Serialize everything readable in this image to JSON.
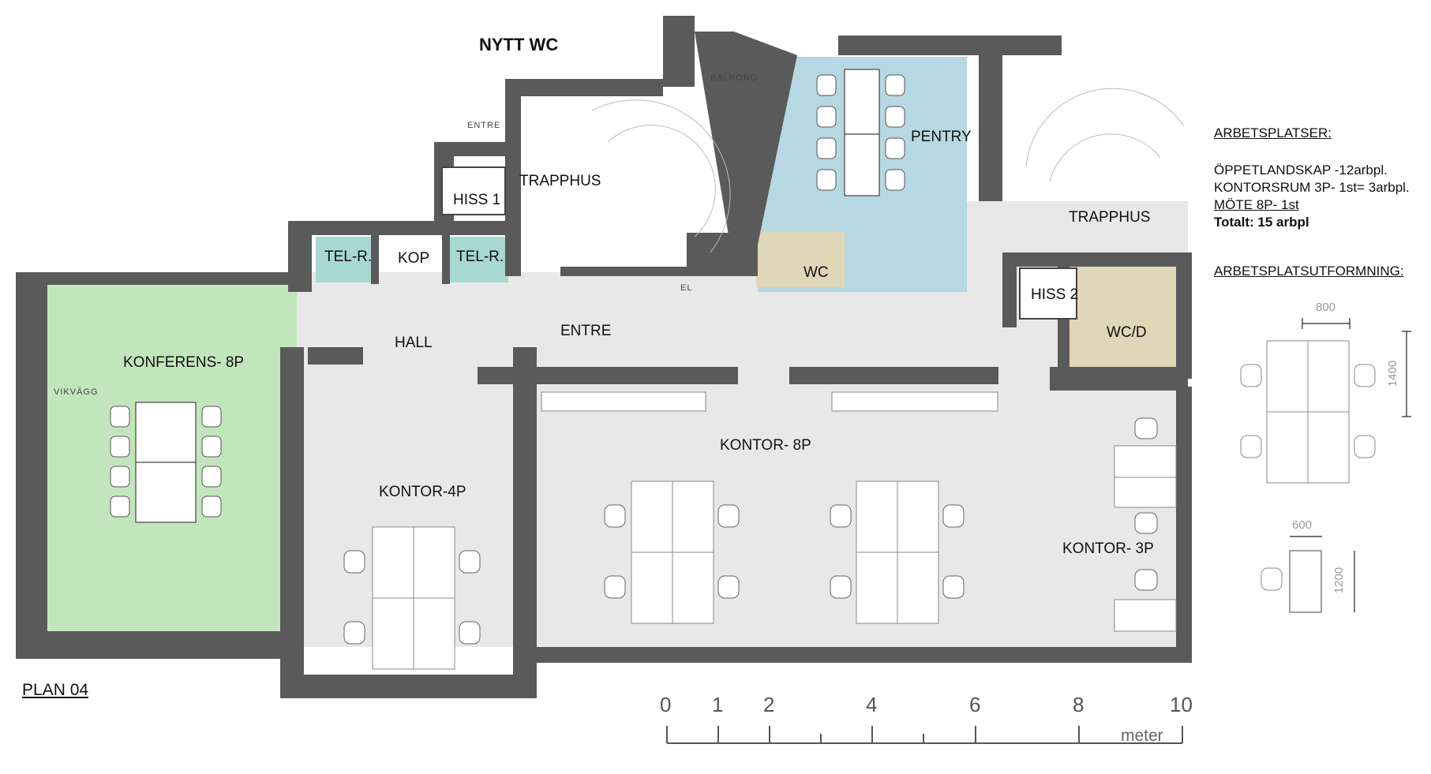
{
  "title": "NYTT WC",
  "plan_label": "PLAN 04",
  "rooms": {
    "konferens": "KONFERENS- 8P",
    "vikvagg": "VIKVÄGG",
    "tel_r_1": "TEL-R.",
    "kop": "KOP",
    "tel_r_2": "TEL-R.",
    "hiss1": "HISS 1",
    "trapphus1": "TRAPPHUS",
    "entre_small": "ENTRE",
    "balkong": "BALKONG",
    "pentry": "PENTRY",
    "wc": "WC",
    "hall": "HALL",
    "entre": "ENTRE",
    "el": "EL",
    "trapphus2": "TRAPPHUS",
    "hiss2": "HISS 2",
    "wcd": "WC/D",
    "kontor4p": "KONTOR-4P",
    "kontor8p": "KONTOR- 8P",
    "kontor3p": "KONTOR- 3P"
  },
  "legend": {
    "heading": "ARBETSPLATSER:",
    "line1": "ÖPPETLANDSKAP -12arbpl.",
    "line2": "KONTORSRUM 3P- 1st= 3arbpl.",
    "line3": "MÖTE 8P- 1st",
    "total": "Totalt: 15 arbpl",
    "layout_heading": "ARBETSPLATSUTFORMNING:",
    "dim_800": "800",
    "dim_1400": "1400",
    "dim_600": "600",
    "dim_1200": "1200"
  },
  "scale": {
    "ticks": [
      "0",
      "1",
      "2",
      "4",
      "6",
      "8",
      "10"
    ],
    "unit": "meter"
  },
  "colors": {
    "wall": "#5a5a5a",
    "floor": "#e8e8e8",
    "conference": "#c2e6bc",
    "pentry": "#b5d8e2",
    "wc": "#e0d6b8",
    "tel": "#a8d8d2"
  }
}
